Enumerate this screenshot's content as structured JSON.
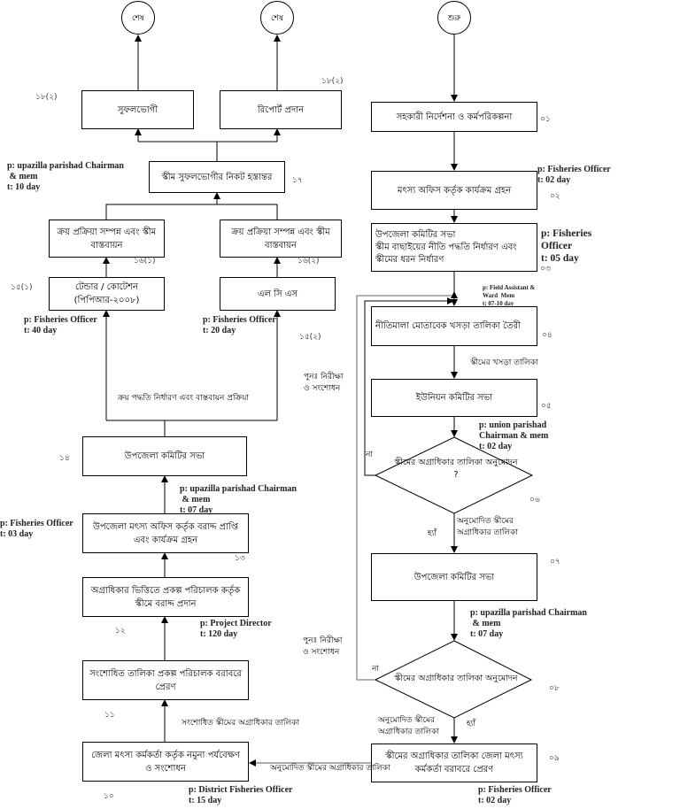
{
  "terminals": {
    "start": "শুরু",
    "end_1": "শেষ",
    "end_2": "শেষ"
  },
  "nodes": {
    "n01": {
      "text": "সহকারী নির্দেশনা ও কর্মপরিকল্পনা",
      "num": "০১"
    },
    "n02": {
      "text": "মৎস্য অফিস কর্তৃক কার্যক্রম গ্রহন",
      "num": "০২",
      "meta": "p: Fisheries Officer\nt: 02 day"
    },
    "n03": {
      "text": "উপজেলা কমিটির সভা\nস্কীম বাছাইয়ের নীতি পদ্ধতি নির্ধারণ এবং স্কীমের ধরন নির্ধারণ",
      "num": "০৩",
      "meta": "p: Fisheries\nOfficer\nt: 05 day"
    },
    "n04": {
      "text": "নীতিমালা মোতাবেক খসড়া তালিকা তৈরী",
      "num": "০৪",
      "meta": "p: Field Assistant &\nWard  Mem\nt: 07-10 day"
    },
    "n05": {
      "text": "ইউনিয়ন কমিটির সভা",
      "num": "০৫",
      "meta": "p: union parishad\nChairman & mem\nt: 02 day"
    },
    "n06": {
      "text": "স্কীমের অগ্রাধিকার তালিকা অনুমোদন\n?",
      "num": "০৬"
    },
    "n07": {
      "text": "উপজেলা কমিটির সভা",
      "num": "০৭",
      "meta": "p: upazilla parishad Chairman\n & mem\nt: 07 day"
    },
    "n08": {
      "text": "স্কীমের অগ্রাধিকার তালিকা অনুমোদন",
      "num": "০৮"
    },
    "n09": {
      "text": "স্কীমের অগ্রাধিকার তালিকা জেলা মৎস্য কর্মকর্তা বরাবরে প্রেরণ",
      "num": "০৯",
      "meta": "p: Fisheries Officer\nt: 02 day"
    },
    "n10": {
      "text": "জেলা মৎস্য কর্মকর্তা কর্তৃক নমুনা পর্যবেক্ষণ ও সংশোধন",
      "num": "১০",
      "meta": "p: District Fisheries Officer\nt: 15 day"
    },
    "n11": {
      "text": "সংশোধিত তালিকা প্রকল্প পরিচালক বরাবরে প্রেরণ",
      "num": "১১"
    },
    "n12": {
      "text": "অগ্রাধিকার ভিত্তিতে প্রকল্প পরিচালক কর্তৃক স্কীমে বরাদ্দ প্রদান",
      "num": "১২",
      "meta": "p: Project Director\nt: 120 day"
    },
    "n13": {
      "text": "উপজেলা মৎস্য অফিস কর্তৃক বরাদ্দ প্রাপ্তি এবং কার্যক্রম গ্রহন",
      "num": "১৩",
      "meta": "p: Fisheries Officer\nt: 03 day"
    },
    "n14": {
      "text": "উপজেলা কমিটির সভা",
      "num": "১৪",
      "meta": "p: upazilla parishad Chairman\n & mem\nt: 07 day"
    },
    "n15_1": {
      "text": "টেন্ডার / কোটেশন (পিপিআর-২০০৮)",
      "num": "১৫(১)",
      "meta": "p: Fisheries Officer\nt: 40 day"
    },
    "n15_2": {
      "text": "এল সি এস",
      "num": "১৫(২)",
      "meta": "p: Fisheries Officer\nt: 20 day"
    },
    "n16_1": {
      "text": "ক্রয় প্রক্রিয়া সম্পন্ন এবং স্কীম বাস্তবায়ন",
      "num": "১৬(১)"
    },
    "n16_2": {
      "text": "ক্রয় প্রক্রিয়া সম্পন্ন এবং স্কীম বাস্তবায়ন",
      "num": "১৬(২)"
    },
    "n17": {
      "text": "স্কীম সুফলভোগীর নিকট হস্তান্তর",
      "num": "১৭",
      "meta": "p: upazilla parishad Chairman\n & mem\nt: 10 day"
    },
    "n18_1": {
      "text": "সুফলভোগী",
      "num": "১৮(২)"
    },
    "n18_2": {
      "text": "রিপোর্ট প্রদান",
      "num": "১৮(২)"
    }
  },
  "edge_labels": {
    "draft_list": "স্কীমের খসড়া তালিকা",
    "no_1": "না",
    "yes_1": "হ্যাঁ",
    "approved_list_1": "অনুমোদিত স্কীমের\nঅগ্রাধিকার তালিকা",
    "recheck": "পুনঃ নিরীক্ষা\nও সংশোধন",
    "no_2": "না",
    "yes_2": "হ্যাঁ",
    "approved_list_2": "অনুমোদিত স্কীমের\nঅগ্রাধিকার তালিকা",
    "approved_list_3": "অনুমোদিত স্কীমের অগ্রাধিকার তালিকা",
    "revised_list": "সংশোধিত স্কীমের অগ্রাধিকার তালিকা",
    "procurement": "ক্রয় পদ্ধতি নির্ধারণ এবং বাস্তবায়ন প্রক্রিয়া",
    "recheck_2": "পুনঃ নিরীক্ষা\nও সংশোধন"
  }
}
